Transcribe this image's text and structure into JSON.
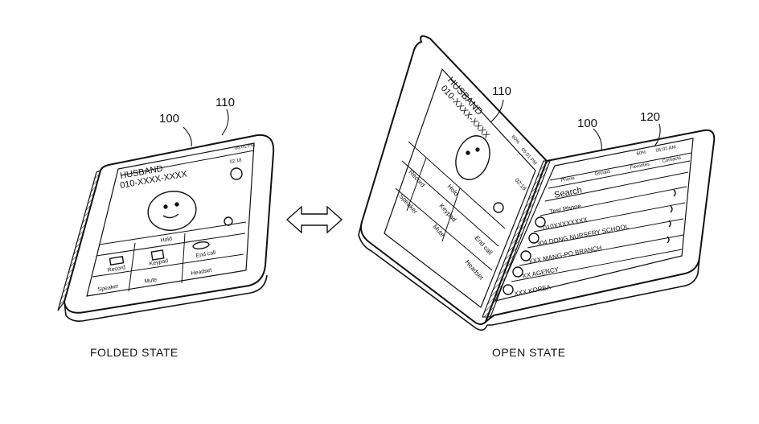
{
  "figure": {
    "captions": {
      "folded": "FOLDED STATE",
      "open": "OPEN STATE"
    },
    "reference_numerals": {
      "device": "100",
      "display": "110",
      "second_display": "120"
    }
  },
  "folded_device": {
    "status_bar": "05:01 PM",
    "call_time": "02:18",
    "caller_name": "HUSBAND",
    "caller_number": "010-XXXX-XXXX",
    "call_buttons": [
      "Hold",
      "Record",
      "Keypad",
      "End call",
      "Speaker",
      "Mute",
      "Headset"
    ]
  },
  "open_device": {
    "left_panel": {
      "status_bar": "05:01 PM",
      "status_battery": "60%",
      "call_time": "02:18",
      "caller_name": "HUSBAND",
      "caller_number": "010-XXXX-XXXX",
      "call_buttons": [
        "Hold",
        "Record",
        "Keypad",
        "End call",
        "Speaker",
        "Mute",
        "Headset"
      ]
    },
    "right_panel": {
      "status_battery": "60%",
      "status_time": "05:01 AM",
      "tabs": [
        "Phone",
        "Groups",
        "Favorites",
        "Contacts"
      ],
      "search_placeholder": "Search",
      "contacts": [
        "Test Phone",
        "010XXXXXXXX",
        "304 DONG NURSERY SCHOOL",
        "XXX MANG-PO BRANCH",
        "XX AGENCY",
        "XXX KOREA"
      ]
    }
  }
}
